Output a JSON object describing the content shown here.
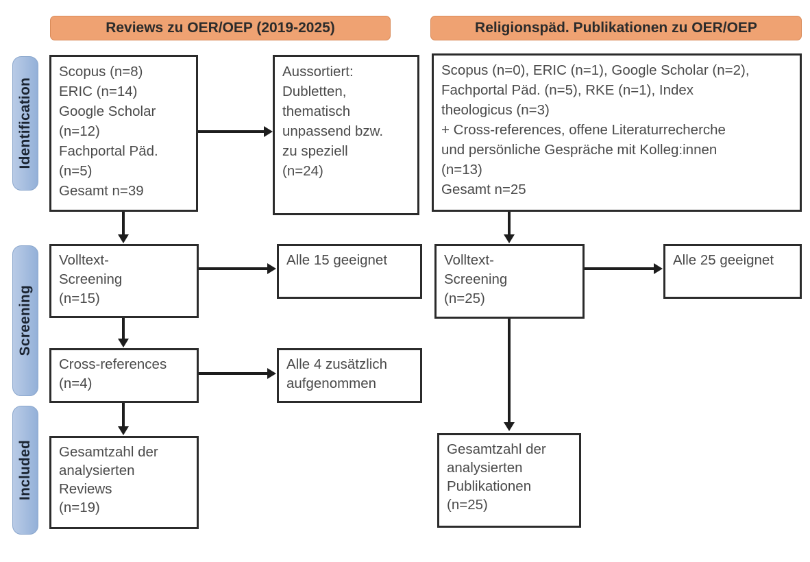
{
  "diagram": {
    "type": "prisma-flow-diagram",
    "stages": [
      {
        "id": "identification",
        "label": "Identification"
      },
      {
        "id": "screening",
        "label": "Screening"
      },
      {
        "id": "included",
        "label": "Included"
      }
    ],
    "columns": [
      {
        "id": "left",
        "header": "Reviews zu OER/OEP (2019-2025)"
      },
      {
        "id": "right",
        "header": "Religionspäd. Publikationen zu OER/OEP"
      }
    ],
    "boxes": {
      "left_identification_sources": "Scopus (n=8)\nERIC (n=14)\nGoogle Scholar\n(n=12)\nFachportal Päd.\n(n=5)\nGesamt n=39",
      "left_identification_excluded": "Aussortiert:\nDubletten,\nthematisch\nunpassend bzw.\nzu speziell\n(n=24)",
      "left_screening_fulltext": "Volltext-\nScreening\n(n=15)",
      "left_screening_fulltext_result": "Alle 15 geeignet",
      "left_screening_crossrefs": "Cross-references\n(n=4)",
      "left_screening_crossrefs_result": "Alle 4 zusätzlich\naufgenommen",
      "left_included_total": "Gesamtzahl der\nanalysierten\nReviews\n(n=19)",
      "right_identification_sources": "Scopus (n=0), ERIC (n=1), Google Scholar (n=2),\nFachportal Päd. (n=5), RKE (n=1), Index\ntheologicus (n=3)\n+ Cross-references, offene Literaturrecherche\nund persönliche Gespräche mit Kolleg:innen\n(n=13)\nGesamt n=25",
      "right_screening_fulltext": "Volltext-\nScreening\n(n=25)",
      "right_screening_fulltext_result": "Alle 25 geeignet",
      "right_included_total": "Gesamtzahl der\nanalysierten\nPublikationen\n(n=25)"
    },
    "colors": {
      "header_fill": "#efa272",
      "header_border": "#d98a58",
      "stage_fill": "#a8bfe0",
      "stage_border": "#8aa6cc",
      "box_border": "#2b2b2b",
      "box_text": "#4a4a4a",
      "connector": "#1d1d1d",
      "background": "#ffffff"
    }
  }
}
